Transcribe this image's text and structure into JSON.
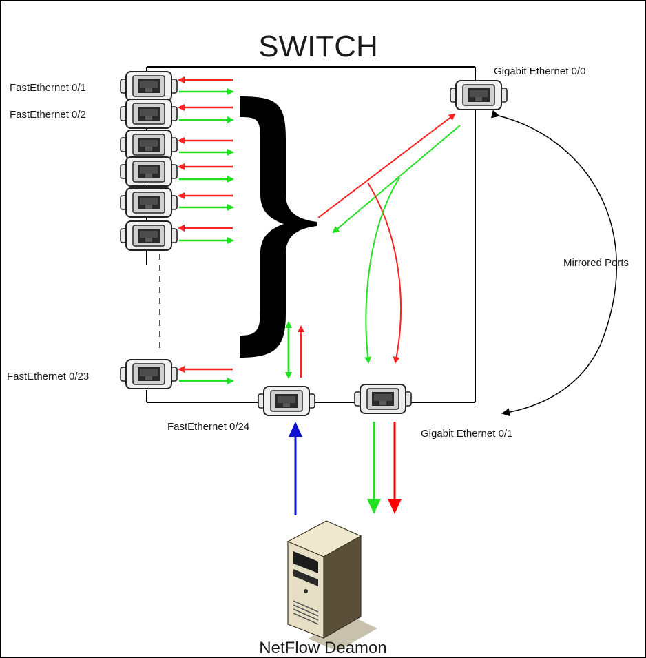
{
  "title": "SWITCH",
  "ports": {
    "fa01": "FastEthernet 0/1",
    "fa02": "FastEthernet 0/2",
    "fa023": "FastEthernet 0/23",
    "fa024": "FastEthernet 0/24",
    "gi00": "Gigabit Ethernet 0/0",
    "gi01": "Gigabit Ethernet 0/1"
  },
  "mirrored_label": "Mirrored Ports",
  "server_label": "NetFlow Deamon",
  "colors": {
    "inbound": "#ff2020",
    "outbound": "#22e022",
    "collector": "#1010d0",
    "switch_outline": "#000000"
  },
  "icons": [
    "ethernet-port-icon",
    "server-icon"
  ]
}
